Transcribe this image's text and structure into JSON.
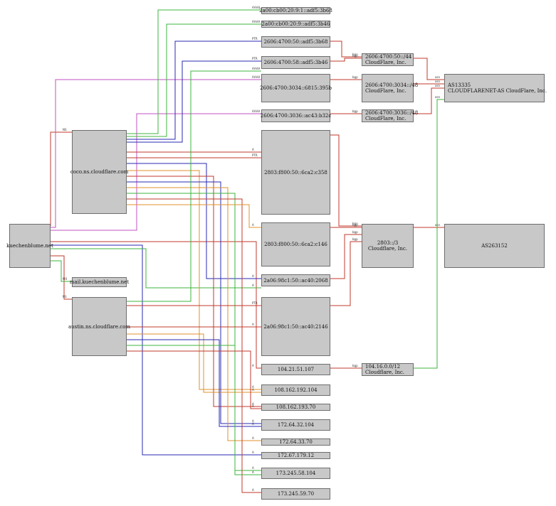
{
  "colors": {
    "red": "#c0392b",
    "green": "#3cb43c",
    "blue": "#2a2ab4",
    "magenta": "#c050c0",
    "orange": "#e0902c",
    "node_fill": "#c8c8c8"
  },
  "nodes": {
    "kuechenblume": "kuechenblume.net",
    "coco": "coco.ns.cloudflare.com",
    "austin": "austin.ns.cloudflare.com",
    "mail": "mail.kuechenblume.net",
    "ip6_a": "2a06:98c1:50::ac40:2068",
    "ip6_b": "2a06:98c1:50::ac40:2146",
    "ip6_c": "2803:f800:50::6ca2:c146",
    "ip6_d": "2803:f800:50::6ca2:c358",
    "ip6_e": "2606:4700:58::adf5:3b46",
    "ip6_f": "2606:4700:50::adf5:3b68",
    "ip6_g": "2a00:cb00:20:9:1::adf5:3b68",
    "ip6_h": "2a00:cb00:20:9::adf5:3b46",
    "ip6_i": "2606:4700:3034::6815:395b",
    "ip6_j": "2606:4700:3036::ac43:b32c",
    "ip4_a": "104.21.51.107",
    "ip4_b": "108.162.192.104",
    "ip4_c": "108.162.193.70",
    "ip4_d": "172.64.32.104",
    "ip4_e": "172.64.33.70",
    "ip4_f": "172.67.179.12",
    "ip4_g": "173.245.58.104",
    "ip4_h": "173.245.59.70",
    "pfx_4700_44_l1": "2606:4700:50::/44",
    "pfx_4700_44_l2": "CloudFlare, Inc.",
    "pfx_3034_l1": "2606:4700:3034::/48",
    "pfx_3034_l2": "CloudFlare, Inc.",
    "pfx_3036_l1": "2606:4700:3036::/48",
    "pfx_3036_l2": "CloudFlare, Inc.",
    "pfx_2803_l1": "2803::/3",
    "pfx_2803_l2": "Cloudflare, Inc.",
    "pfx_104_l1": "104.16.0.0/12",
    "pfx_104_l2": "Cloudflare, Inc.",
    "as13335_l1": "AS13335",
    "as13335_l2": "CLOUDFLARENET-AS CloudFlare, Inc.",
    "as263152": "AS263152"
  },
  "edge_labels": {
    "ns": "NS",
    "mx": "MX",
    "a": "A",
    "aaaa": "AAAA",
    "ptr": "PTR",
    "bgp": "bgp",
    "asn": "asn"
  }
}
